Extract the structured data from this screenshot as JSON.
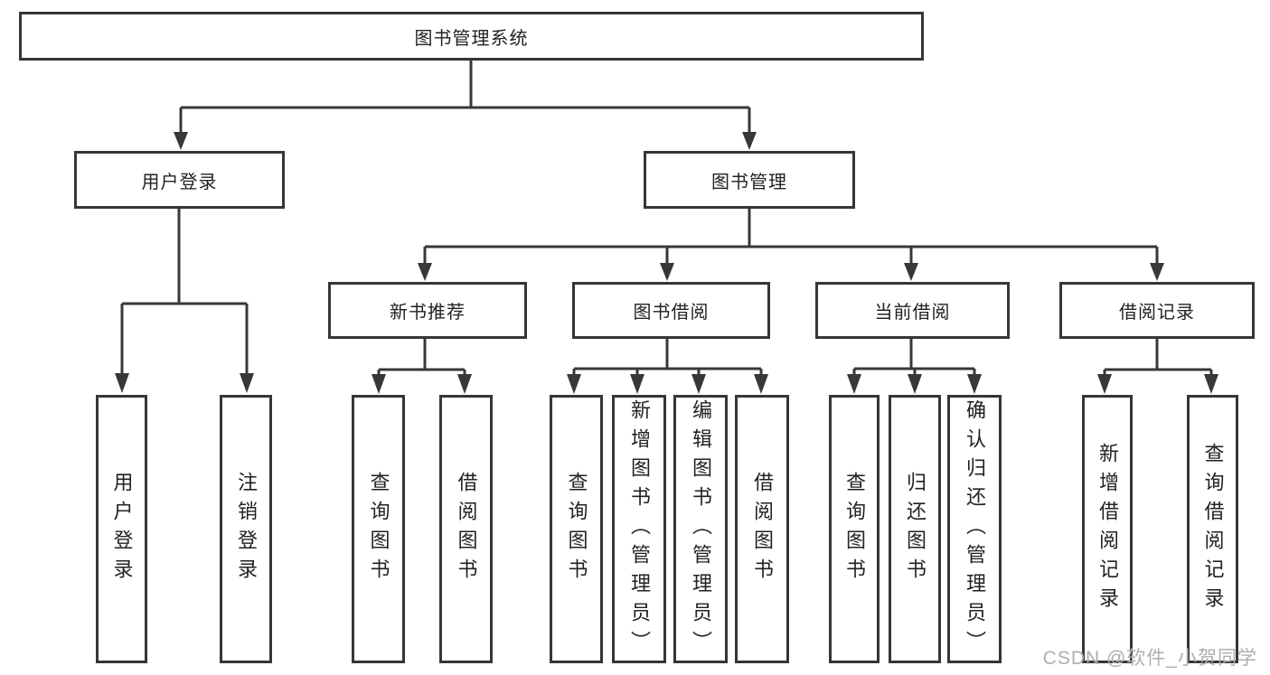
{
  "root": {
    "label": "图书管理系统"
  },
  "branches": [
    {
      "label": "用户登录",
      "children": [
        {
          "label": "用户登录"
        },
        {
          "label": "注销登录"
        }
      ]
    },
    {
      "label": "图书管理",
      "children": [
        {
          "label": "新书推荐",
          "children": [
            {
              "label": "查询图书"
            },
            {
              "label": "借阅图书"
            }
          ]
        },
        {
          "label": "图书借阅",
          "children": [
            {
              "label": "查询图书"
            },
            {
              "label": "新增图书（管理员）"
            },
            {
              "label": "编辑图书（管理员）"
            },
            {
              "label": "借阅图书"
            }
          ]
        },
        {
          "label": "当前借阅",
          "children": [
            {
              "label": "查询图书"
            },
            {
              "label": "归还图书"
            },
            {
              "label": "确认归还（管理员）"
            }
          ]
        },
        {
          "label": "借阅记录",
          "children": [
            {
              "label": "新增借阅记录"
            },
            {
              "label": "查询借阅记录"
            }
          ]
        }
      ]
    }
  ],
  "watermark": {
    "text": "CSDN @软件_小贺同学"
  },
  "colors": {
    "line": "#383838",
    "box_border": "#363636",
    "text": "#222222",
    "background": "#ffffff",
    "watermark": "#aeaeae"
  }
}
